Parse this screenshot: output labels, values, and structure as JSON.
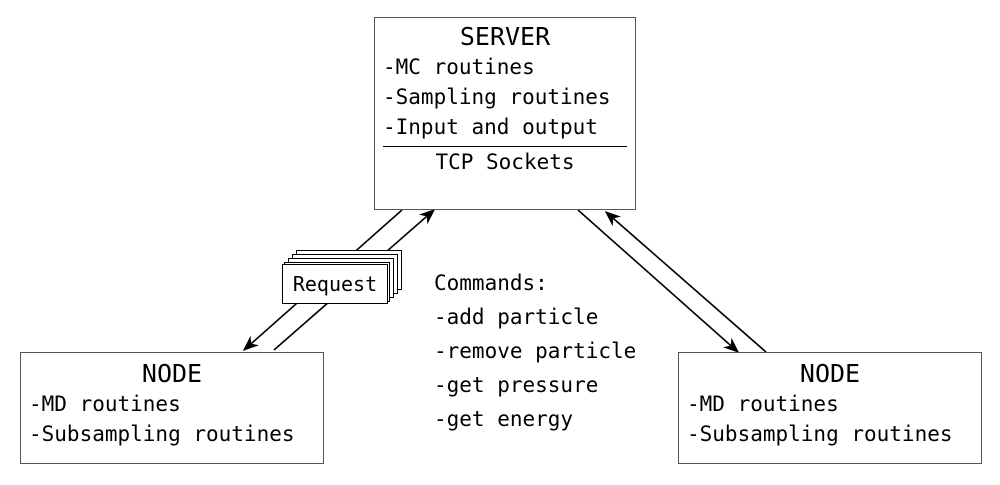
{
  "server": {
    "title": "SERVER",
    "lines": [
      "-MC routines",
      "-Sampling routines",
      "-Input and output"
    ],
    "footer": "TCP Sockets"
  },
  "node_left": {
    "title": "NODE",
    "lines": [
      "-MD routines",
      "-Subsampling routines"
    ]
  },
  "node_right": {
    "title": "NODE",
    "lines": [
      "-MD routines",
      "-Subsampling routines"
    ]
  },
  "request": {
    "label": "Request"
  },
  "commands": {
    "title": "Commands:",
    "items": [
      "-add particle",
      "-remove particle",
      "-get pressure",
      "-get energy"
    ]
  }
}
